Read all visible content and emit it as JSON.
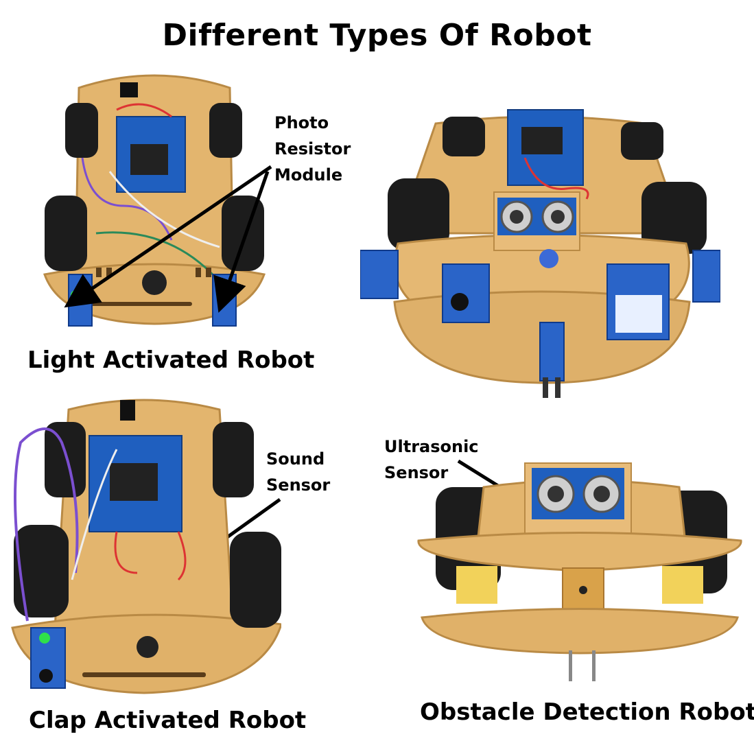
{
  "title": "Different Types Of Robot",
  "robots": [
    {
      "caption": "Light Activated Robot",
      "annotation": "Photo\nResistor\nModule"
    },
    {
      "caption": "",
      "annotation": ""
    },
    {
      "caption": "Clap Activated Robot",
      "annotation": "Sound\nSensor"
    },
    {
      "caption": "Obstacle Detection Robot",
      "annotation": "Ultrasonic\nSensor"
    }
  ],
  "colors": {
    "chassis": "#e3b56e",
    "chassis_edge": "#b98a45",
    "tire": "#1c1c1c",
    "board": "#1f5fbf",
    "sensor": "#2a64c8",
    "led": "#2fe04a",
    "arrow": "#000000"
  }
}
